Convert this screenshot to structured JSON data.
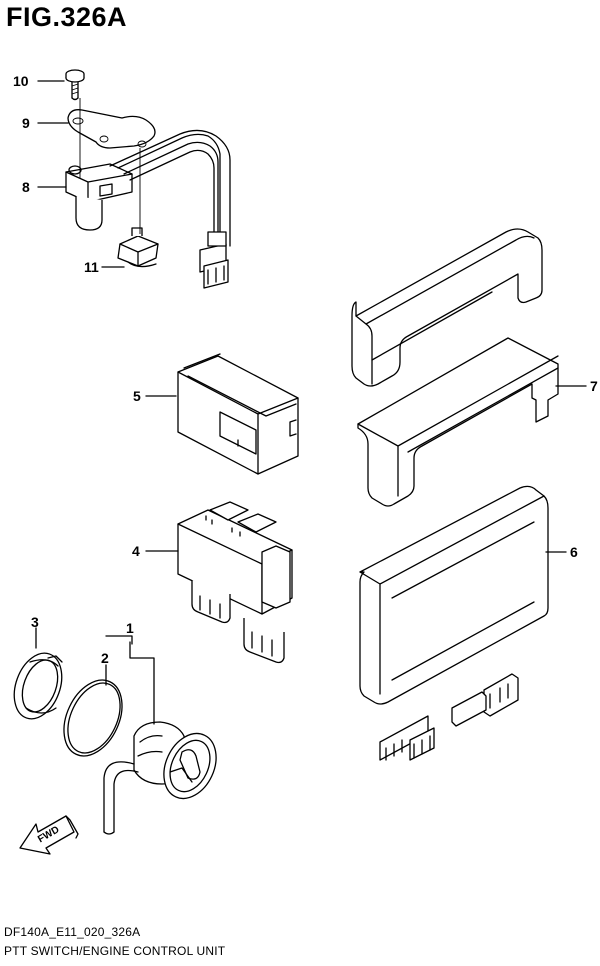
{
  "figure": {
    "title": "FIG.326A",
    "code": "DF140A_E11_020_326A",
    "description": "PTT SWITCH/ENGINE CONTROL UNIT"
  },
  "callouts": [
    {
      "key": "c1",
      "label": "1"
    },
    {
      "key": "c2",
      "label": "2"
    },
    {
      "key": "c3",
      "label": "3"
    },
    {
      "key": "c4",
      "label": "4"
    },
    {
      "key": "c5",
      "label": "5"
    },
    {
      "key": "c6",
      "label": "6"
    },
    {
      "key": "c7",
      "label": "7"
    },
    {
      "key": "c8",
      "label": "8"
    },
    {
      "key": "c9",
      "label": "9"
    },
    {
      "key": "c10",
      "label": "10"
    },
    {
      "key": "c11",
      "label": "11"
    }
  ],
  "fwd_arrow": {
    "label": "FWD"
  }
}
